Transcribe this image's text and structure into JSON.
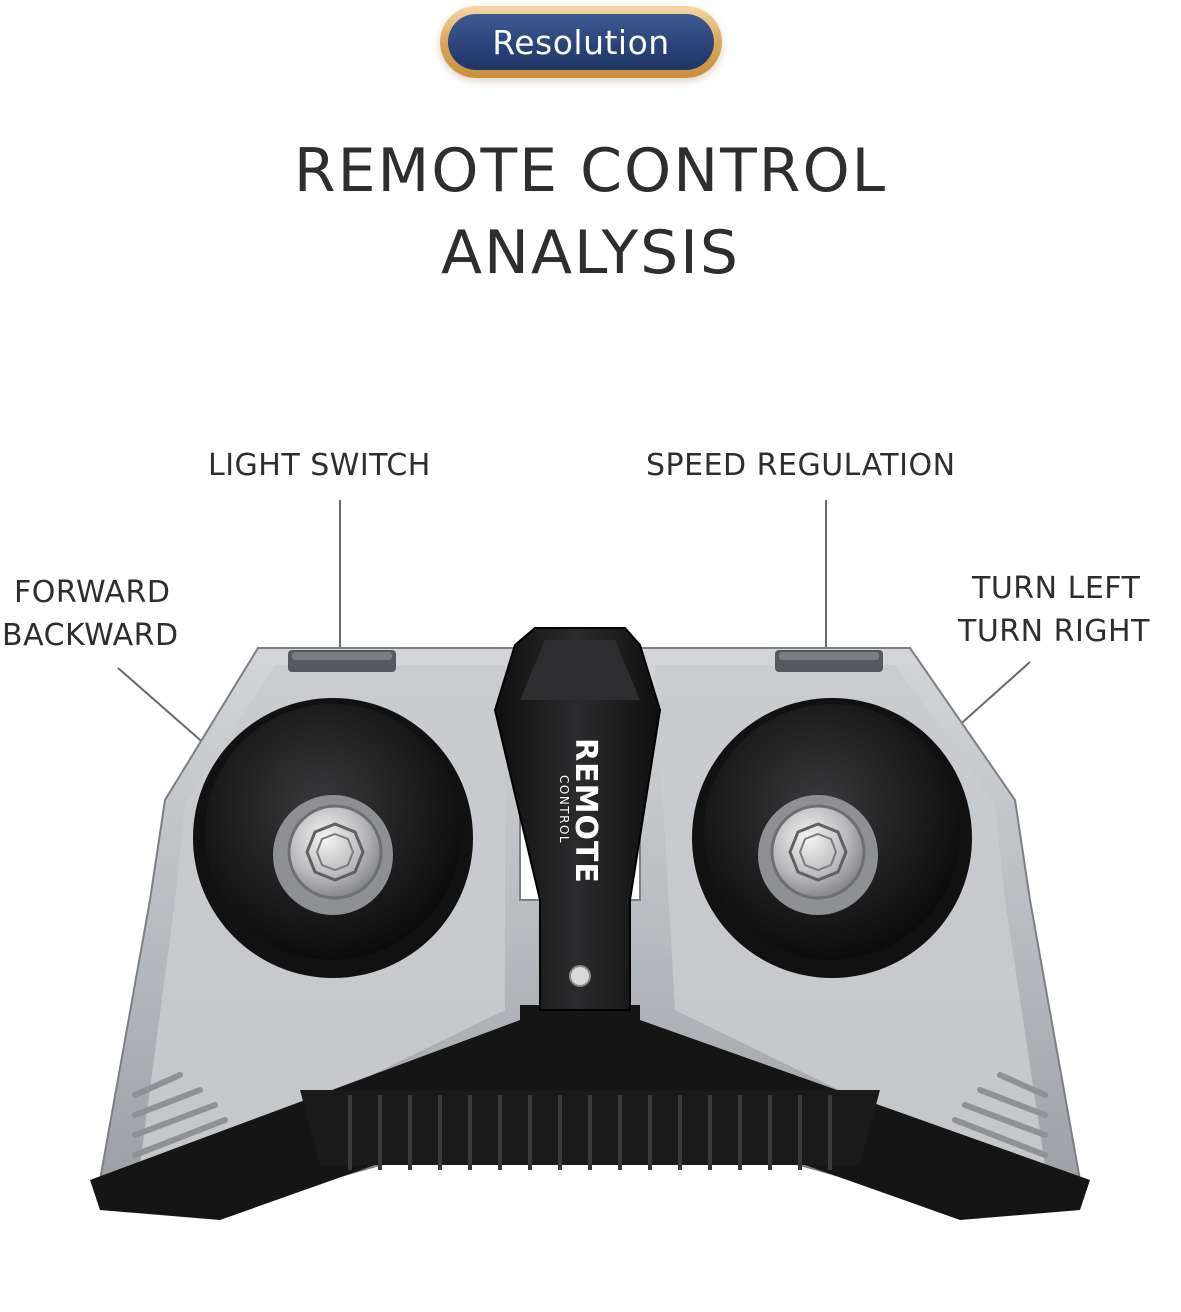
{
  "badge": {
    "text": "Resolution"
  },
  "title": {
    "line1": "REMOTE CONTROL",
    "line2": "ANALYSIS"
  },
  "labels": {
    "light_switch": "LIGHT SWITCH",
    "speed_regulation": "SPEED REGULATION",
    "forward": "FORWARD",
    "backward": "BACKWARD",
    "turn_left": "TURN LEFT",
    "turn_right": "TURN RIGHT"
  },
  "device": {
    "brand_main": "REMOTE",
    "brand_sub": "CONTROL"
  },
  "colors": {
    "badge_gold": "#d9a75a",
    "badge_blue": "#2a4278",
    "body_silver": "#b9bcc0",
    "body_dark": "#1c1c1e"
  }
}
